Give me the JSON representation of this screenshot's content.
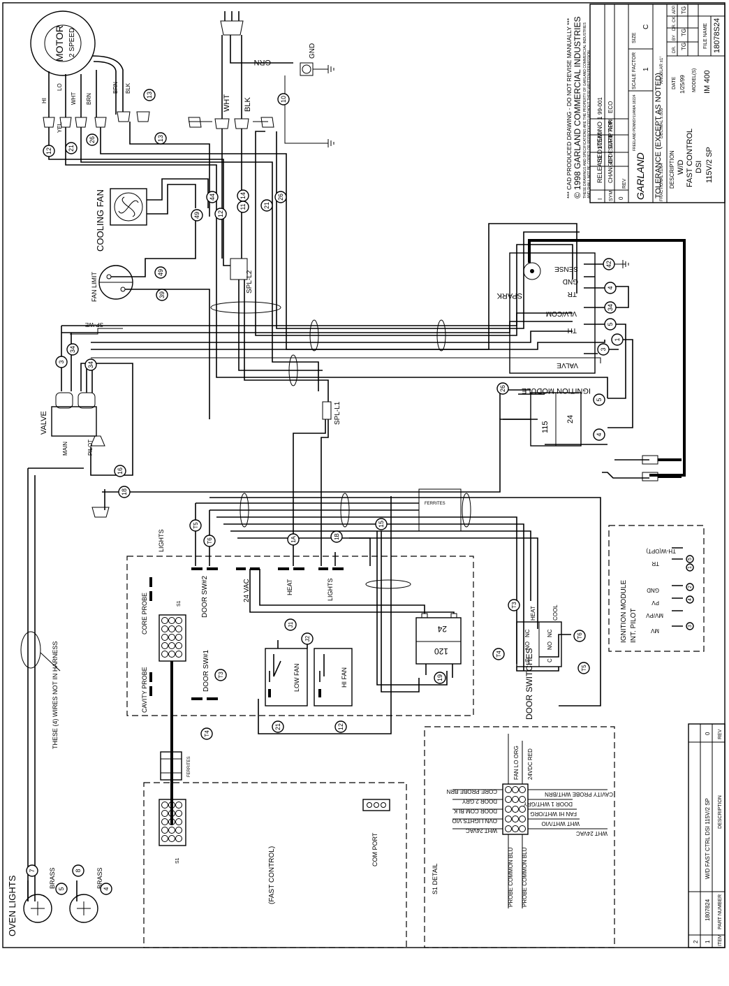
{
  "title_block": {
    "notice": "*** CAD PRODUCED DRAWING - DO NOT REVISE MANUALLY ***",
    "copyright": "© 1998 GARLAND COMMERCIAL INDUSTRIES",
    "legal_1": "THESE DRAWINGS AND SPECIFICATIONS ARE THE PROPERTY OF GARLAND COMMERCIAL INDUSTRIES",
    "legal_2": "AND SHALL NOT BE COPIED OR REPRODUCED WITHOUT THEIR WRITTEN PERMISSION",
    "rev_sym_header": "SYM",
    "rev_header": "REV",
    "rev_row_sym": "I",
    "rev_row_rev": "0",
    "change_desc": "RELEASED ITEM NO 1",
    "change_desc_header": "CHANGE DESCRIPTION",
    "eco_value": "99-001",
    "eco_header": "ECO",
    "date_value": "1/25/99",
    "date_header": "DATE",
    "dr_value": "TG",
    "dr_header": "DR",
    "app_header": "APP",
    "company": "GARLAND",
    "company_location": "FREELAND PENNSYLVANIA 18224",
    "scale_header": "SCALE FACTOR",
    "scale_value": "1",
    "size_header": "SIZE",
    "size_value": "C",
    "tolerance": "TOLERANCE (EXCEPT AS NOTED)",
    "fractional": "FRACTIONAL ±1/64",
    "decimal": "DECIMAL ±.005",
    "angular": "ANGULAR ±1°",
    "description_header": "DESCRIPTION",
    "description_lines": [
      "W/D",
      "FAST CONTROL",
      "DSI",
      "115V/2 SP"
    ],
    "date2_header": "DATE",
    "date2_value": "1/25/99",
    "dr2_header": "DR.",
    "by_header": "BY",
    "ck_header": "DR. CK.",
    "app2_header": "APP.",
    "tg1": "TG",
    "tg2": "TG",
    "tg3": "TG",
    "model_header": "MODEL(S)",
    "model_value": "IM 400",
    "file_header": "FILE NAME",
    "file_value": "18078S24"
  },
  "parts_table": {
    "item_header": "ITEM",
    "part_header": "PART NUMBER",
    "desc_header": "DESCRIPTION",
    "rev_header": "REV",
    "row1": {
      "item": "1",
      "part": "1807824",
      "desc": "W/D FAST CTRL DSI 115V/2 SP",
      "rev": "0"
    },
    "row2": {
      "item": "2"
    }
  },
  "components": {
    "motor": "MOTOR",
    "motor_sub": "2 SPEED",
    "motor_leads": [
      "HI",
      "LO",
      "WHT",
      "BRN"
    ],
    "cord_leads": [
      "YEL",
      "BRN",
      "BLK"
    ],
    "cooling_fan": "COOLING FAN",
    "fan_limit": "FAN LIMIT",
    "gnd": "GND",
    "grn": "GRN",
    "wht": "WHT",
    "blk": "BLK",
    "spl_l2": "SPL-L2",
    "spl_l1": "SPL-L1",
    "sp_we": "SP-WE",
    "valve": "VALVE",
    "valve_main": "MAIN",
    "valve_pilot": "PILOT",
    "ignition_module": "IGNITION MODULE",
    "im_terminals": [
      "SENSE",
      "GND",
      "TR",
      "VLV/COM",
      "TH",
      "VALVE"
    ],
    "spark": "SPARK",
    "transformer_primary": "115",
    "transformer_secondary": "24",
    "ferrites": "FERRITES",
    "lights": "LIGHTS",
    "core_probe": "CORE PROBE",
    "cavity_probe": "CAVITY PROBE",
    "door_sw2": "DOOR SW#2",
    "door_sw1": "DOOR SW#1",
    "vac24": "24 VAC",
    "heat": "HEAT",
    "lights_relay": "LIGHTS",
    "low_fan": "LOW FAN",
    "hi_fan": "HI FAN",
    "trans_120": "120",
    "trans_24": "24",
    "s1": "S1",
    "door_switches": "DOOR SWITCHES",
    "ds_heat": "HEAT",
    "ds_cool": "COOL",
    "ds_c": "C",
    "ds_no": "NO",
    "ds_nc": "NC",
    "wires_note": "THESE (4) WIRES NOT IN HARNESS",
    "fast_control": "(FAST CONTROL)",
    "com_port": "COM PORT",
    "oven_lights": "OVEN LIGHTS",
    "brass": "BRASS",
    "s1_detail": "S1 DETAIL",
    "int_pilot_title": "IGNITION MODULE",
    "int_pilot_sub": "INT. PILOT",
    "int_pilot_terms": [
      "TH-W(OPT)",
      "TR",
      "GND",
      "PV",
      "MV/PV",
      "MV"
    ]
  },
  "s1_pins": {
    "left_pins": [
      "CORE PROBE BRN",
      "DOOR 2 GRY",
      "DOOR COM BLK",
      "OVN LIGHTS VIO",
      "WHT 24VAC"
    ],
    "right_pins": [
      "CAVITY PROBE WHT/BRN",
      "DOOR 1 WHT/GRY",
      "FAN HI WHT/ORG",
      "WHT WHT/VIO",
      "WHT 24VAC"
    ],
    "top_pins": [
      "FAN LO ORG",
      "24VDC RED"
    ],
    "bottom_pins": [
      "PROBE COMMON BLU",
      "PROBE COMMON BLU"
    ]
  },
  "wire_numbers": [
    "12",
    "21",
    "26",
    "13",
    "44",
    "49",
    "12",
    "14",
    "11",
    "21",
    "26",
    "10",
    "49",
    "39",
    "3",
    "34",
    "34",
    "16",
    "18",
    "T5",
    "T6",
    "1A",
    "1B",
    "15",
    "J1",
    "J2",
    "T3",
    "T4",
    "T3",
    "T4",
    "T6",
    "T5",
    "19",
    "21",
    "12",
    "42",
    "4",
    "34",
    "5",
    "3",
    "1",
    "26",
    "5",
    "4",
    "7",
    "5",
    "8",
    "4",
    "1",
    "2",
    "3",
    "4",
    "5",
    "13"
  ]
}
